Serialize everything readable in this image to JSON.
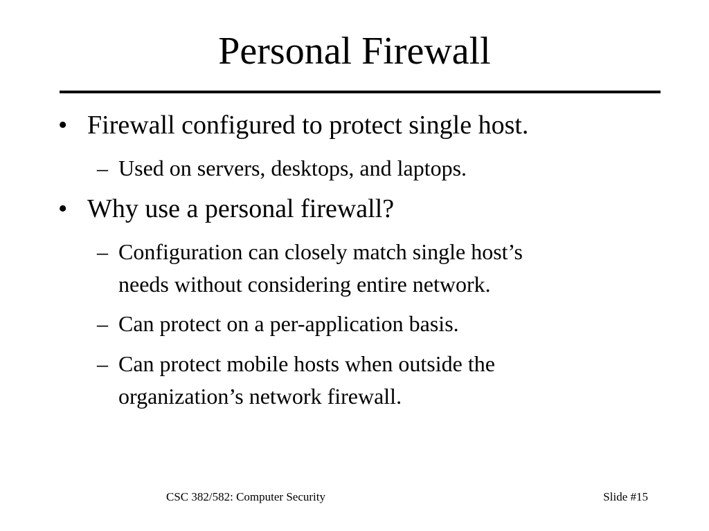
{
  "slide": {
    "title": "Personal Firewall",
    "bullet_glyph": "•",
    "dash_glyph": "–",
    "points": [
      {
        "text": "Firewall configured to protect single host.",
        "subs": [
          {
            "lines": [
              "Used on servers, desktops, and laptops."
            ]
          }
        ]
      },
      {
        "text": "Why use a personal firewall?",
        "subs": [
          {
            "lines": [
              "Configuration can closely match single host’s",
              "needs without considering entire network."
            ]
          },
          {
            "lines": [
              "Can protect on a per-application basis."
            ]
          },
          {
            "lines": [
              "Can protect mobile hosts when outside the",
              "organization’s network firewall."
            ]
          }
        ]
      }
    ],
    "footer": {
      "course": "CSC 382/582: Computer Security",
      "slide_number": "Slide #15"
    }
  }
}
